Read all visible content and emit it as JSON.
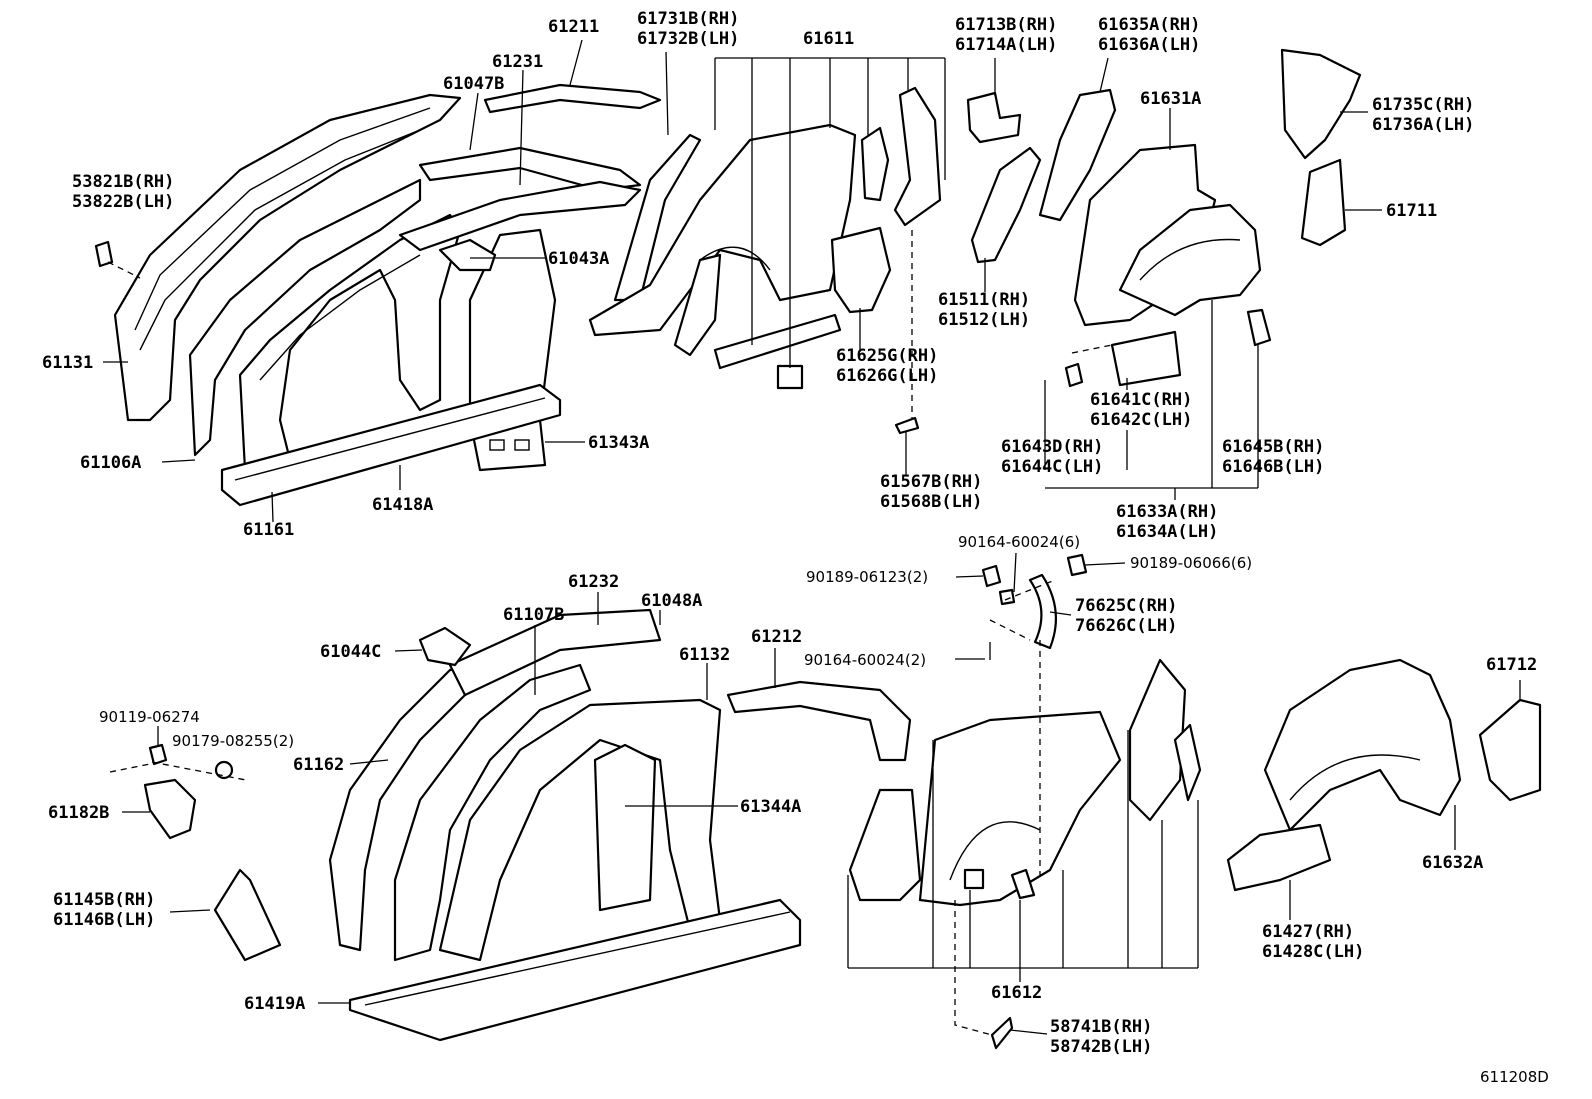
{
  "diagram": {
    "drawing_code": "611208D",
    "callouts": {
      "c61211": "61211",
      "c61731b": "61731B(RH)",
      "c61732b": "61732B(LH)",
      "c61611": "61611",
      "c61231": "61231",
      "c61047b": "61047B",
      "c53821b": "53821B(RH)",
      "c53822b": "53822B(LH)",
      "c61043a": "61043A",
      "c61131": "61131",
      "c61106a": "61106A",
      "c61343a": "61343A",
      "c61418a": "61418A",
      "c61161": "61161",
      "c61713b": "61713B(RH)",
      "c61714a": "61714A(LH)",
      "c61635a": "61635A(RH)",
      "c61636a": "61636A(LH)",
      "c61631a": "61631A",
      "c61735c": "61735C(RH)",
      "c61736a": "61736A(LH)",
      "c61711": "61711",
      "c61511": "61511(RH)",
      "c61512": "61512(LH)",
      "c61625g": "61625G(RH)",
      "c61626g": "61626G(LH)",
      "c61641c": "61641C(RH)",
      "c61642c": "61642C(LH)",
      "c61643d": "61643D(RH)",
      "c61644c": "61644C(LH)",
      "c61645b": "61645B(RH)",
      "c61646b": "61646B(LH)",
      "c61567b": "61567B(RH)",
      "c61568b": "61568B(LH)",
      "c61633a": "61633A(RH)",
      "c61634a": "61634A(LH)",
      "c90164a": "90164-60024(6)",
      "c90189a": "90189-06123(2)",
      "c90189b": "90189-06066(6)",
      "c76625c": "76625C(RH)",
      "c76626c": "76626C(LH)",
      "c90164b": "90164-60024(2)",
      "c61232": "61232",
      "c61107b": "61107B",
      "c61048a": "61048A",
      "c61044c": "61044C",
      "c61212": "61212",
      "c61132": "61132",
      "c90119": "90119-06274",
      "c90179": "90179-08255(2)",
      "c61162": "61162",
      "c61344a": "61344A",
      "c61182b": "61182B",
      "c61712": "61712",
      "c61145b": "61145B(RH)",
      "c61146b": "61146B(LH)",
      "c61632a": "61632A",
      "c61427": "61427(RH)",
      "c61428c": "61428C(LH)",
      "c61419a": "61419A",
      "c61612": "61612",
      "c58741b": "58741B(RH)",
      "c58742b": "58742B(LH)"
    }
  }
}
